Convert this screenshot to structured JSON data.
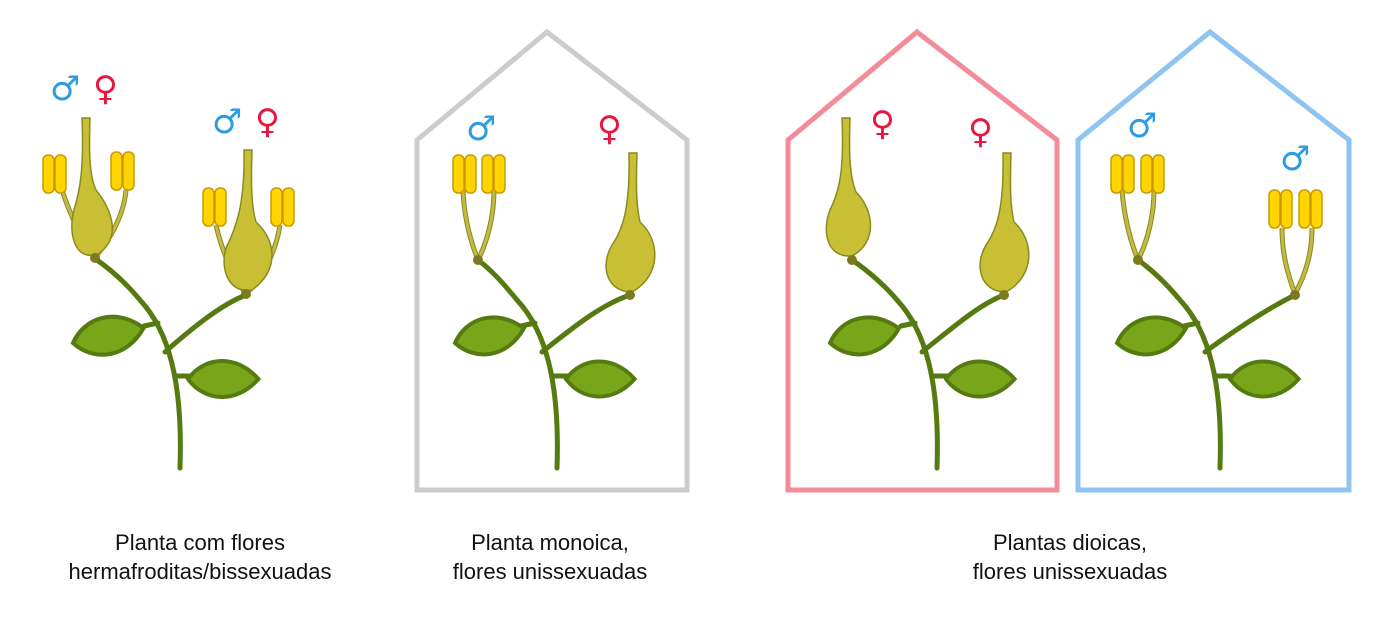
{
  "colors": {
    "male": "#2b9be4",
    "female": "#e8173f",
    "monoecious_house": "#cccccc",
    "dioecious_female_house": "#f48b99",
    "dioecious_male_house": "#8ec3f2",
    "stem": "#557a10",
    "leaf_fill": "#78a51a",
    "anther": "#ffd400",
    "ovary": "#c8bf35",
    "filament": "#c2ba45"
  },
  "symbols": {
    "male": "♂",
    "female": "♀"
  },
  "captions": {
    "hermaphrodite": "Planta com flores\nhermafroditas/bissexuadas",
    "monoecious": "Planta monoica,\nflores unissexuadas",
    "dioecious": "Plantas dioicas,\nflores unissexuadas"
  }
}
